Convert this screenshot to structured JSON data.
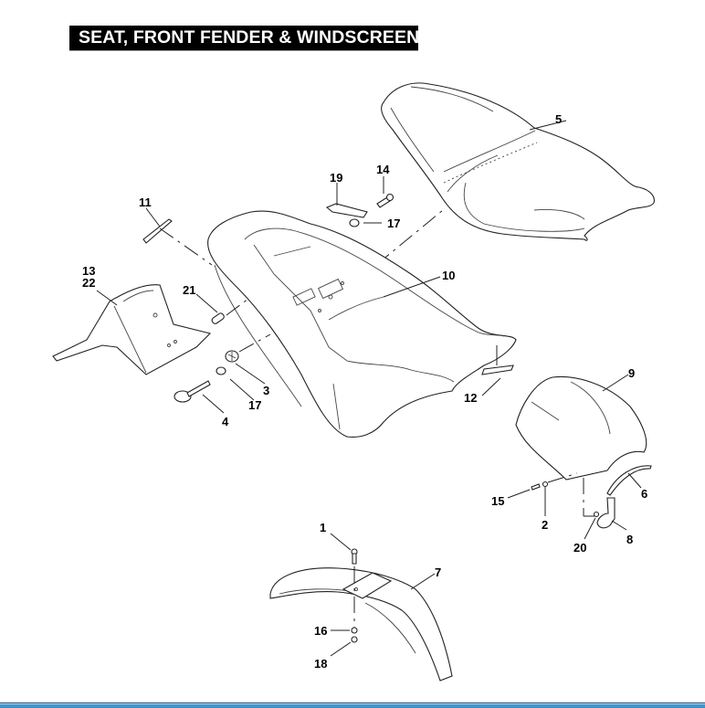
{
  "title": "SEAT, FRONT FENDER & WINDSCREEN",
  "diagram": {
    "parts": [
      {
        "number": "1",
        "name": "screw"
      },
      {
        "number": "2",
        "name": "washer"
      },
      {
        "number": "3",
        "name": "grommet"
      },
      {
        "number": "4",
        "name": "knob-bolt"
      },
      {
        "number": "5",
        "name": "seat"
      },
      {
        "number": "6",
        "name": "windscreen-trim"
      },
      {
        "number": "7",
        "name": "front-fender"
      },
      {
        "number": "8",
        "name": "bracket"
      },
      {
        "number": "9",
        "name": "windscreen"
      },
      {
        "number": "10",
        "name": "seat-base"
      },
      {
        "number": "11",
        "name": "strip"
      },
      {
        "number": "12",
        "name": "pad"
      },
      {
        "number": "13",
        "name": "tail-panel"
      },
      {
        "number": "14",
        "name": "screw"
      },
      {
        "number": "15",
        "name": "screw"
      },
      {
        "number": "16",
        "name": "spacer"
      },
      {
        "number": "17",
        "name": "washer"
      },
      {
        "number": "18",
        "name": "nut"
      },
      {
        "number": "19",
        "name": "latch"
      },
      {
        "number": "20",
        "name": "nut"
      },
      {
        "number": "21",
        "name": "bushing"
      },
      {
        "number": "22",
        "name": "tail-panel-kit"
      }
    ],
    "labels": {
      "l1": "1",
      "l2": "2",
      "l3": "3",
      "l4": "4",
      "l5": "5",
      "l6": "6",
      "l7": "7",
      "l8": "8",
      "l9": "9",
      "l10": "10",
      "l11": "11",
      "l12": "12",
      "l13": "13",
      "l14": "14",
      "l15": "15",
      "l16": "16",
      "l17a": "17",
      "l17b": "17",
      "l18": "18",
      "l19": "19",
      "l20": "20",
      "l21": "21",
      "l22": "22"
    }
  },
  "colors": {
    "title_bg": "#000000",
    "title_text": "#ffffff",
    "footer_accent": "#2f7fb8"
  }
}
